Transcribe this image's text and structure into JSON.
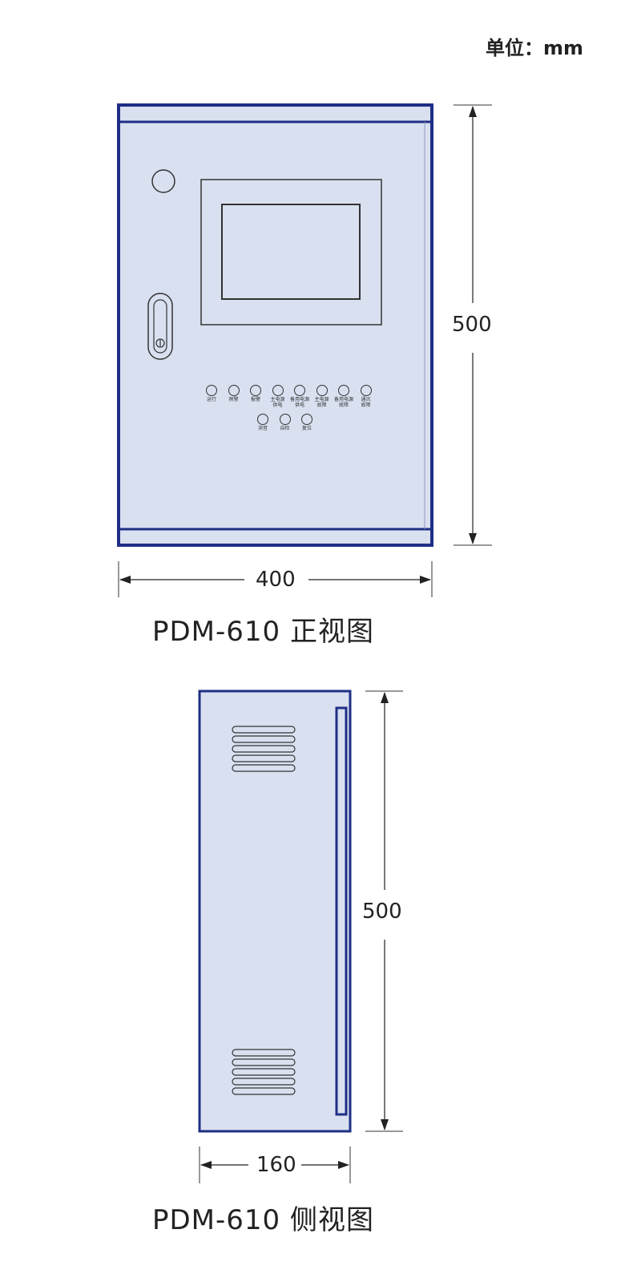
{
  "unit_label": "单位：mm",
  "front_view": {
    "caption": "PDM-610 正视图",
    "width_dim": "400",
    "height_dim": "500",
    "indicators_row1": [
      {
        "line1": "运行",
        "line2": ""
      },
      {
        "line1": "预警",
        "line2": ""
      },
      {
        "line1": "报警",
        "line2": ""
      },
      {
        "line1": "主电源",
        "line2": "供电"
      },
      {
        "line1": "备用电源",
        "line2": "供电"
      },
      {
        "line1": "主电源",
        "line2": "故障"
      },
      {
        "line1": "备用电源",
        "line2": "故障"
      },
      {
        "line1": "通讯",
        "line2": "故障"
      }
    ],
    "indicators_row2": [
      {
        "line1": "消音"
      },
      {
        "line1": "自检"
      },
      {
        "line1": "复位"
      }
    ]
  },
  "side_view": {
    "caption": "PDM-610 侧视图",
    "width_dim": "160",
    "height_dim": "500"
  },
  "colors": {
    "cabinet_fill": "#d9e0f0",
    "cabinet_border": "#1f2f86",
    "line": "#333333"
  }
}
